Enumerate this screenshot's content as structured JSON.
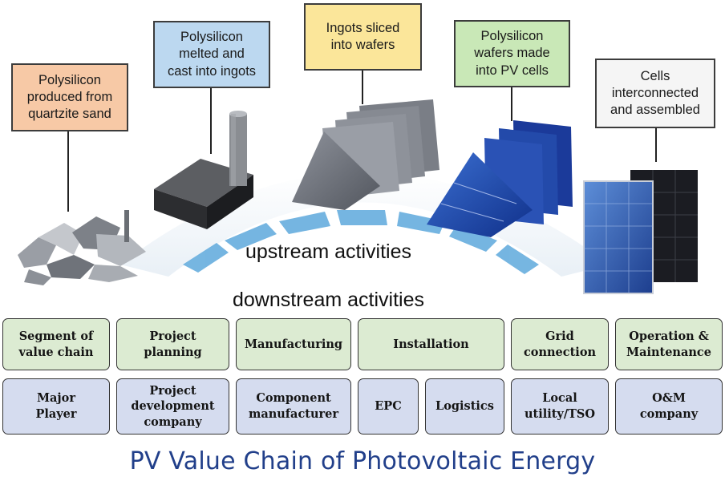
{
  "colors": {
    "quartz_box": "#f7c9a6",
    "ingot_box": "#bcd8f0",
    "wafer_box": "#fbe69a",
    "cell_box": "#c9e8b7",
    "module_box": "#f5f5f5",
    "upper_row_fill": "#dcebd2",
    "lower_row_fill": "#d5dcef",
    "title_color": "#213f8a",
    "arc_blue": "#5ea9dc"
  },
  "steps": [
    {
      "text": "Polysilicon\nproduced from\nquartzite sand",
      "icon": "quartz-rocks-icon"
    },
    {
      "text": "Polysilicon\nmelted and\ncast into ingots",
      "icon": "silicon-ingot-icon"
    },
    {
      "text": "Ingots sliced\ninto wafers",
      "icon": "wafers-icon"
    },
    {
      "text": "Polysilicon\nwafers made\ninto PV cells",
      "icon": "pv-cells-icon"
    },
    {
      "text": "Cells\ninterconnected\nand assembled",
      "icon": "solar-panels-icon"
    }
  ],
  "upstream_label": "upstream  activities",
  "downstream_label": "downstream activities",
  "value_chain": [
    {
      "segment": "Segment of\nvalue chain",
      "player": "Major\nPlayer"
    },
    {
      "segment": "Project\nplanning",
      "player": "Project\ndevelopment\ncompany"
    },
    {
      "segment": "Manufacturing",
      "player": "Component\nmanufacturer"
    },
    {
      "segment": "Installation",
      "players": [
        "EPC",
        "Logistics"
      ]
    },
    {
      "segment": "Grid\nconnection",
      "player": "Local\nutility/TSO"
    },
    {
      "segment": "Operation &\nMaintenance",
      "player": "O&M\ncompany"
    }
  ],
  "title": "PV Value Chain of Photovoltaic Energy"
}
